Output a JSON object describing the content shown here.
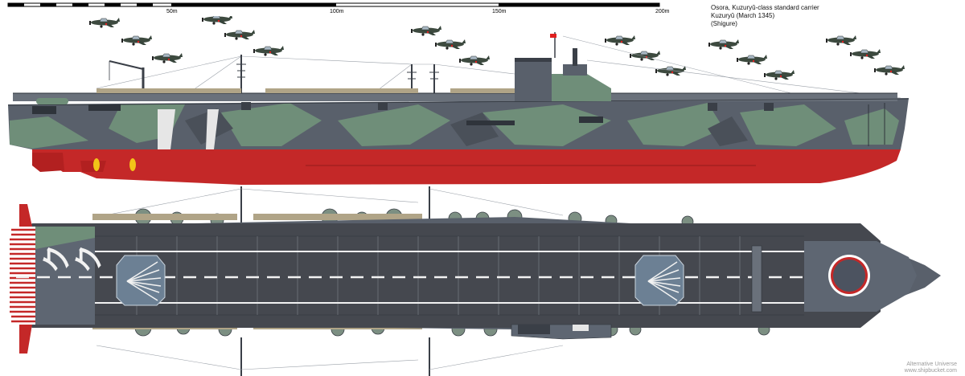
{
  "scale": {
    "ticks": [
      "50m",
      "100m",
      "150m",
      "200m"
    ]
  },
  "title": {
    "line1": "Osora, Kuzuryû-class standard carrier",
    "line2": "Kuzuryû (March 1345)",
    "line3": "(Shigure)"
  },
  "deck_marking": "クク",
  "watermark": {
    "line1": "Alternative Universe",
    "line2": "www.shipbucket.com"
  },
  "colors": {
    "hull_grey": "#59606b",
    "camo_green": "#6f8e79",
    "antifouling_red": "#c42828",
    "deck": "#45484f",
    "flag_red": "#e02020"
  }
}
